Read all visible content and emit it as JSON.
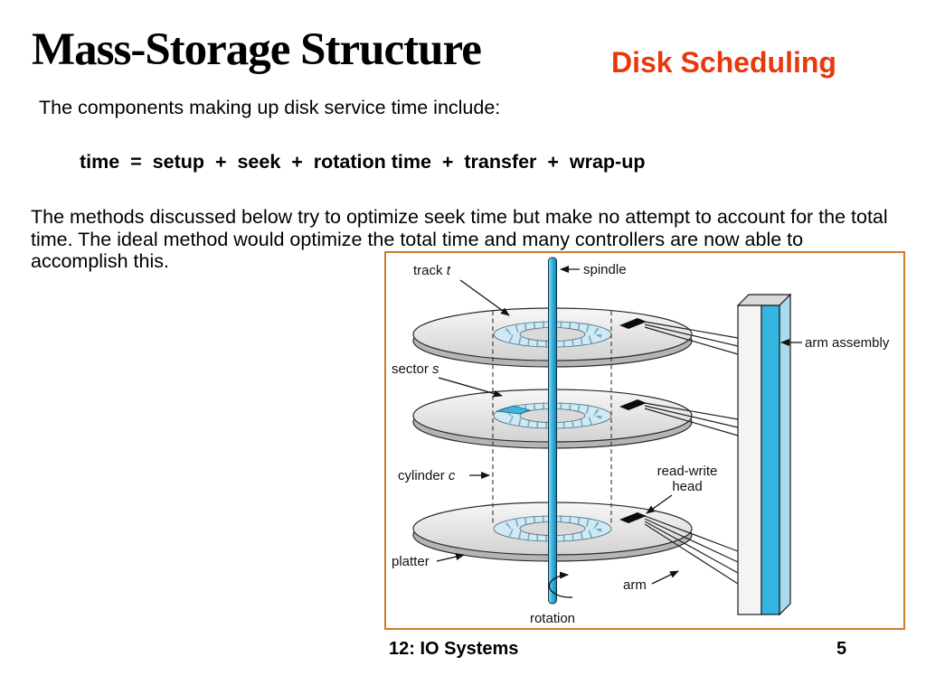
{
  "colors": {
    "accent": "#e8380c",
    "figure_border": "#c87d2e",
    "spindle": "#35b5e0",
    "track_ring": "#cfe9f5",
    "sector_highlight": "#3fb3dc"
  },
  "slide": {
    "title": "Mass-Storage Structure",
    "subtitle": "Disk Scheduling",
    "intro": "The components making up disk service time include:",
    "formula": "time  =  setup  +  seek  +  rotation time  +  transfer  +  wrap-up",
    "body": "The methods discussed below try to optimize seek time but make no attempt to account for the total time. The ideal method would optimize the total time and many controllers are now able to accomplish this.",
    "footer_left": "12: IO Systems",
    "footer_page": "5"
  },
  "diagram": {
    "labels": {
      "track": {
        "pre": "track ",
        "var": "t"
      },
      "spindle": "spindle",
      "sector": {
        "pre": "sector ",
        "var": "s"
      },
      "arm_assembly": "arm assembly",
      "cylinder": {
        "pre": "cylinder ",
        "var": "c"
      },
      "rw_head_line1": "read-write",
      "rw_head_line2": "head",
      "platter": "platter",
      "arm": "arm",
      "rotation": "rotation"
    }
  }
}
